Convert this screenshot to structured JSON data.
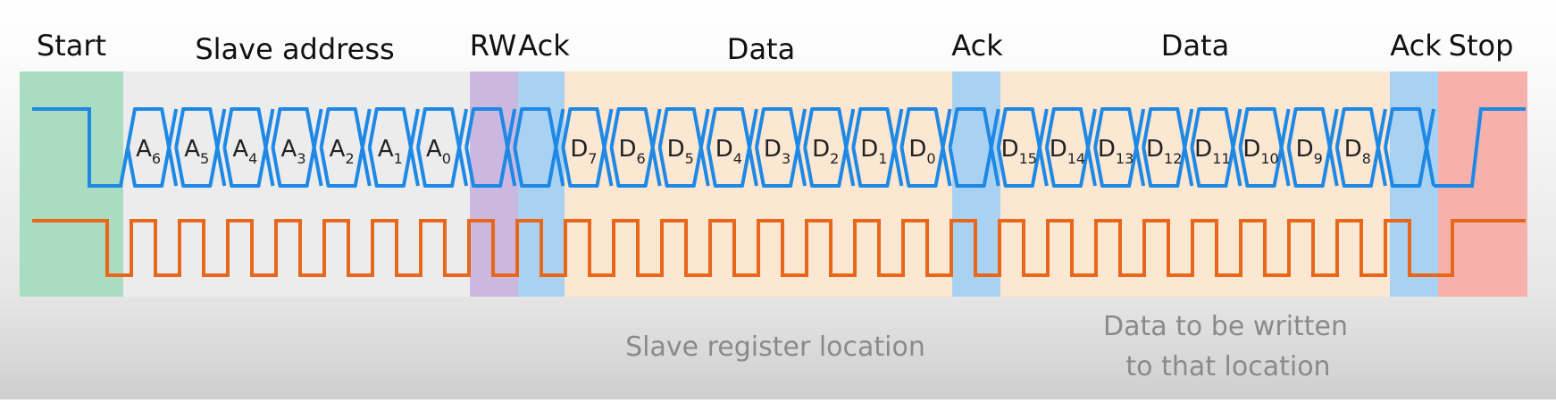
{
  "diagram": {
    "headers": {
      "start": "Start",
      "slave_address": "Slave address",
      "rw": "RW",
      "ack1": "Ack",
      "data1": "Data",
      "ack2": "Ack",
      "data2": "Data",
      "ack3": "Ack",
      "stop": "Stop"
    },
    "address_bits": [
      {
        "base": "A",
        "sub": "6"
      },
      {
        "base": "A",
        "sub": "5"
      },
      {
        "base": "A",
        "sub": "4"
      },
      {
        "base": "A",
        "sub": "3"
      },
      {
        "base": "A",
        "sub": "2"
      },
      {
        "base": "A",
        "sub": "1"
      },
      {
        "base": "A",
        "sub": "0"
      }
    ],
    "data1_bits": [
      {
        "base": "D",
        "sub": "7"
      },
      {
        "base": "D",
        "sub": "6"
      },
      {
        "base": "D",
        "sub": "5"
      },
      {
        "base": "D",
        "sub": "4"
      },
      {
        "base": "D",
        "sub": "3"
      },
      {
        "base": "D",
        "sub": "2"
      },
      {
        "base": "D",
        "sub": "1"
      },
      {
        "base": "D",
        "sub": "0"
      }
    ],
    "data2_bits": [
      {
        "base": "D",
        "sub": "15"
      },
      {
        "base": "D",
        "sub": "14"
      },
      {
        "base": "D",
        "sub": "13"
      },
      {
        "base": "D",
        "sub": "12"
      },
      {
        "base": "D",
        "sub": "11"
      },
      {
        "base": "D",
        "sub": "10"
      },
      {
        "base": "D",
        "sub": "9"
      },
      {
        "base": "D",
        "sub": "8"
      }
    ],
    "notes": {
      "register": "Slave register location",
      "data_line1": "Data to be written",
      "data_line2": "to that location"
    },
    "colors": {
      "sda": "#1e88e5",
      "scl": "#e8671b",
      "start_bg": "#a9dcc0",
      "address_bg": "#ececec",
      "rw_bg": "#cbb8e0",
      "ack_bg": "#a9d1f2",
      "data_bg": "#fbe7d2",
      "stop_bg": "#f6b1ad"
    }
  }
}
